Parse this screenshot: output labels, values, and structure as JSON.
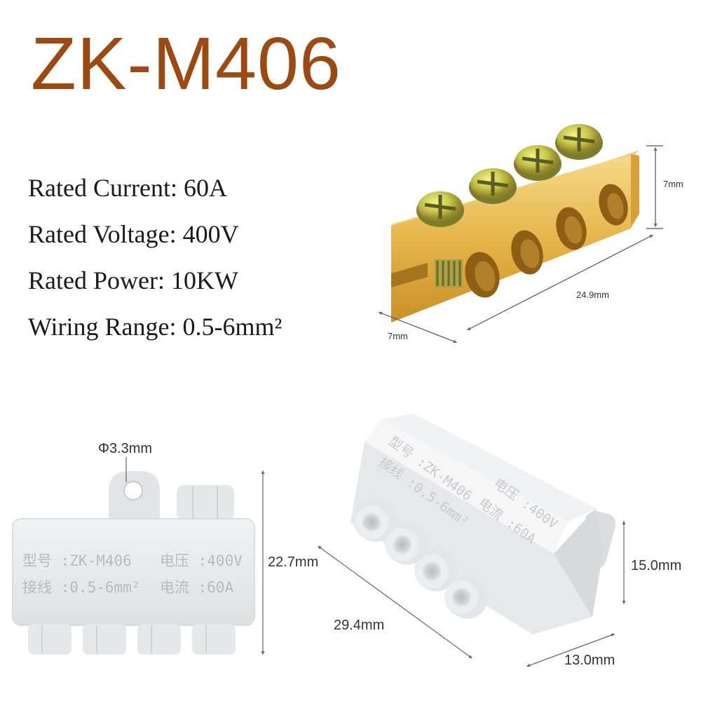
{
  "title": "ZK-M406",
  "specs": [
    "Rated Current: 60A",
    "Rated Voltage: 400V",
    "Rated Power: 10KW",
    "Wiring Range: 0.5-6mm²"
  ],
  "brass_block": {
    "height_label": "7mm",
    "length_label": "24.9mm",
    "width_label": "7mm"
  },
  "housing_front": {
    "hole_label": "Φ3.3mm",
    "height_label": "22.7mm",
    "embossed_line1_left": "型号 :ZK-M406",
    "embossed_line1_right": "电压 :400V",
    "embossed_line2_left": "接线 :0.5-6mm²",
    "embossed_line2_right": "电流 :60A"
  },
  "housing_iso": {
    "length_label": "29.4mm",
    "height_label": "15.0mm",
    "width_label": "13.0mm"
  },
  "colors": {
    "title": "#9c4a12",
    "brass": "#e8b848",
    "housing": "#e9eaec"
  }
}
